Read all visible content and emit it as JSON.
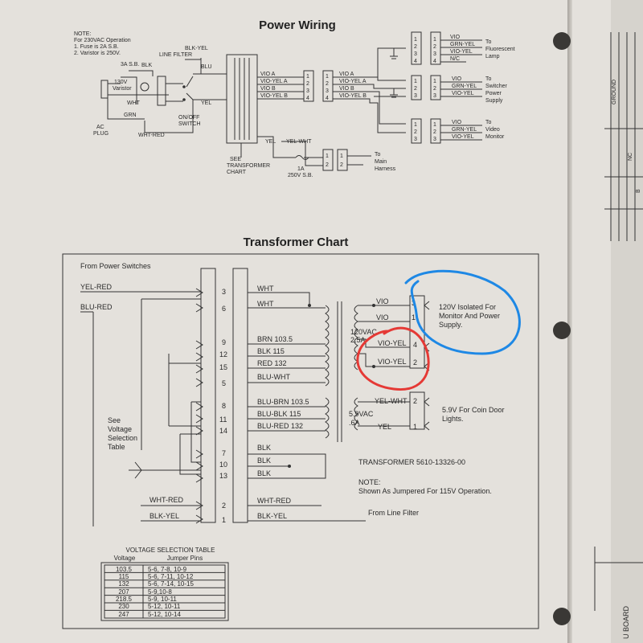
{
  "power_wiring": {
    "title": "Power Wiring",
    "notes": [
      "NOTE:",
      "For 230VAC Operation",
      "1. Fuse is 2A S.B.",
      "2. Varistor is 250V."
    ],
    "fuse_label": "3A S.B.",
    "blk": "BLK",
    "varistor": [
      "130V",
      "Varistor"
    ],
    "line_filter": "LINE FILTER",
    "blk_yel": "BLK-YEL",
    "blu": "BLU",
    "yel": "YEL",
    "wht": "WHT",
    "grn": "GRN",
    "ac_plug": [
      "AC",
      "PLUG"
    ],
    "wht_red": "WHT-RED",
    "on_off_switch": [
      "ON/OFF",
      "SWITCH"
    ],
    "see_transformer": [
      "SEE",
      "TRANSFORMER",
      "CHART"
    ],
    "left_wires": [
      "VIO A",
      "VIO-YEL A",
      "VIO B",
      "VIO-YEL B"
    ],
    "right_wires": [
      "VIO A",
      "VIO-YEL A",
      "VIO B",
      "VIO-YEL B"
    ],
    "pins4": [
      "1",
      "2",
      "3",
      "4"
    ],
    "pins3": [
      "1",
      "2",
      "3"
    ],
    "pins2": [
      "1",
      "2"
    ],
    "fluorescent": {
      "wires": [
        "VIO",
        "GRN-YEL",
        "VIO-YEL",
        "N/C"
      ],
      "label": [
        "To",
        "Fluorescent",
        "Lamp"
      ]
    },
    "switcher": {
      "wires": [
        "VIO",
        "GRN-YEL",
        "VIO-YEL"
      ],
      "label": [
        "To",
        "Switcher",
        "Power",
        "Supply"
      ]
    },
    "video": {
      "wires": [
        "VIO",
        "GRN-YEL",
        "VIO-YEL"
      ],
      "label": [
        "To",
        "Video",
        "Monitor"
      ]
    },
    "yel2": "YEL",
    "yel_wht": "YEL-WHT",
    "harness_fuse": [
      "1A",
      "250V S.B."
    ],
    "harness": [
      "To",
      "Main",
      "Harness"
    ]
  },
  "transformer_chart": {
    "title": "Transformer Chart",
    "from_switches": "From Power Switches",
    "yel_red": "YEL-RED",
    "blu_red": "BLU-RED",
    "see_voltage": [
      "See",
      "Voltage",
      "Selection",
      "Table"
    ],
    "primary_pins": [
      {
        "pin": "3",
        "wire": "WHT"
      },
      {
        "pin": "6",
        "wire": "WHT"
      },
      {
        "pin": "9",
        "wire": "BRN  103.5"
      },
      {
        "pin": "12",
        "wire": "BLK  115"
      },
      {
        "pin": "15",
        "wire": "RED  132"
      },
      {
        "pin": "5",
        "wire": "BLU-WHT"
      },
      {
        "pin": "8",
        "wire": "BLU-BRN  103.5"
      },
      {
        "pin": "11",
        "wire": "BLU-BLK  115"
      },
      {
        "pin": "14",
        "wire": "BLU-RED  132"
      },
      {
        "pin": "7",
        "wire": "BLK"
      },
      {
        "pin": "10",
        "wire": "BLK"
      },
      {
        "pin": "13",
        "wire": "BLK"
      },
      {
        "pin": "2",
        "wire": "WHT-RED"
      },
      {
        "pin": "1",
        "wire": "BLK-YEL"
      }
    ],
    "wht_red_in": "WHT-RED",
    "blk_yel_in": "BLK-YEL",
    "secondary_upper": [
      "VIO",
      "VIO",
      "VIO-YEL",
      "VIO-YEL"
    ],
    "secondary_upper_pins": [
      "3",
      "1",
      "4",
      "2"
    ],
    "rating_upper": [
      "120VAC",
      "2.5A"
    ],
    "upper_desc": [
      "120V Isolated For",
      "Monitor And Power",
      "Supply."
    ],
    "secondary_lower": [
      "YEL-WHT",
      "YEL"
    ],
    "secondary_lower_pins": [
      "2",
      "1"
    ],
    "rating_lower": [
      "5.9VAC",
      ".6A"
    ],
    "lower_desc": [
      "5.9V For Coin Door",
      "Lights."
    ],
    "part": "TRANSFORMER  5610-13326-00",
    "note": [
      "NOTE:",
      "Shown As Jumpered For 115V Operation."
    ],
    "from_line_filter": "From Line Filter"
  },
  "voltage_table": {
    "title": "VOLTAGE SELECTION TABLE",
    "headers": [
      "Voltage",
      "Jumper Pins"
    ],
    "rows": [
      [
        "103.5",
        "5-6, 7-8, 10-9"
      ],
      [
        "115",
        "5-6, 7-11, 10-12"
      ],
      [
        "132",
        "5-6, 7-14, 10-15"
      ],
      [
        "207",
        "5-9,10-8"
      ],
      [
        "218.5",
        "5-9, 10-11"
      ],
      [
        "230",
        "5-12, 10-11"
      ],
      [
        "247",
        "5-12, 10-14"
      ]
    ]
  },
  "adjacent_page": [
    "U BOARD",
    "GROUND",
    "NC",
    "B"
  ],
  "annotations": {
    "blue_circle": "#1e88e5",
    "red_circle": "#e53935"
  }
}
